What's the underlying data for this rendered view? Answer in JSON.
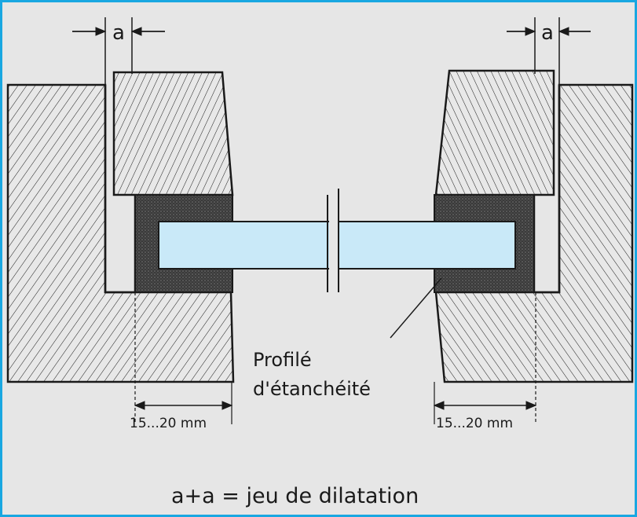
{
  "diagram": {
    "gap_label_left": "a",
    "gap_label_right": "a",
    "seal_label_line1": "Profilé",
    "seal_label_line2": "d'étanchéité",
    "dim_left": "15...20 mm",
    "dim_right": "15...20 mm",
    "caption": "a+a = jeu de dilatation"
  },
  "colors": {
    "frame_border": "#19a7e1",
    "background": "#e6e6e6",
    "glass": "#c9e9f8",
    "seal": "#2b2b2b",
    "wood_line": "#1a1a1a"
  }
}
